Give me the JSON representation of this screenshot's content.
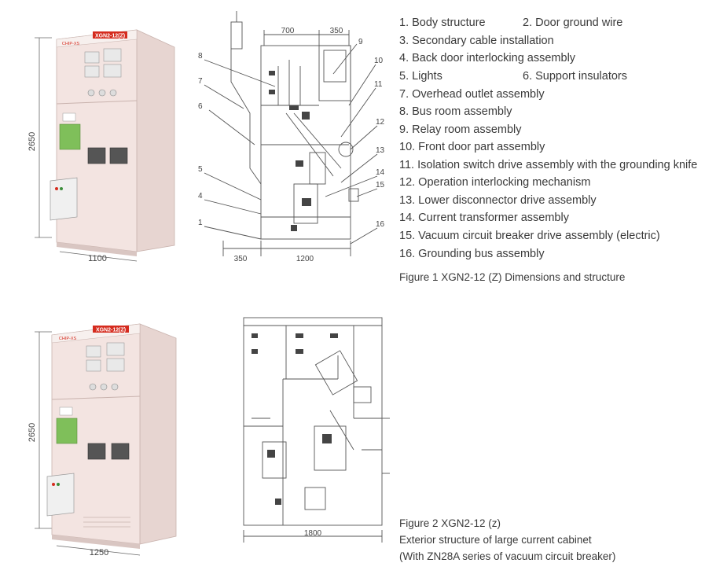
{
  "figure1": {
    "cabinet": {
      "logo": "CHIP-XS",
      "model_plate": "XGN2-12(Z)",
      "height_dim": "2650",
      "width_dim": "1100"
    },
    "drawing": {
      "top_dims": [
        "700",
        "350"
      ],
      "bottom_dims": [
        "350",
        "1200"
      ],
      "callouts": [
        "1",
        "4",
        "5",
        "6",
        "7",
        "8",
        "9",
        "10",
        "11",
        "12",
        "13",
        "14",
        "15",
        "16"
      ]
    },
    "parts": [
      "1. Body structure",
      "2. Door ground wire",
      "3. Secondary cable installation",
      "4. Back door interlocking assembly",
      "5. Lights",
      "6. Support insulators",
      "7. Overhead outlet assembly",
      "8. Bus room assembly",
      "9. Relay room assembly",
      "10. Front door part assembly",
      "11. Isolation switch drive assembly with the grounding knife",
      "12. Operation interlocking mechanism",
      "13. Lower disconnector drive assembly",
      "14. Current transformer assembly",
      "15. Vacuum circuit breaker drive assembly (electric)",
      "16. Grounding bus assembly"
    ],
    "caption": "Figure 1  XGN2-12 (Z) Dimensions and structure"
  },
  "figure2": {
    "cabinet": {
      "logo": "CHIP-XS",
      "model_plate": "XGN2-12(Z)",
      "height_dim": "2650",
      "width_dim": "1250"
    },
    "drawing": {
      "bottom_dim": "1800"
    },
    "caption_lines": [
      "Figure 2  XGN2-12 (z)",
      "Exterior structure of large current cabinet",
      "(With ZN28A series of vacuum circuit breaker)"
    ]
  },
  "colors": {
    "cabinet_body": "#f3e4e1",
    "cabinet_shadow": "#e2cfcb",
    "brand_red": "#d52b1e",
    "panel_green": "#7fbf5a",
    "line": "#555555"
  }
}
